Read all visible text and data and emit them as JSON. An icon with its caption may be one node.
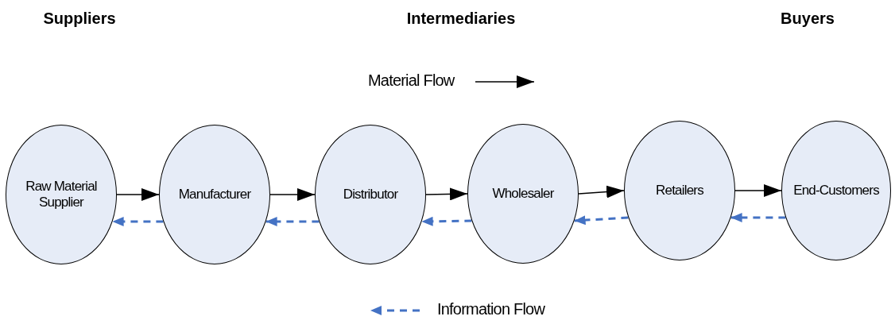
{
  "diagram": {
    "nodes": [
      {
        "text": [
          "Raw Material Supplier"
        ]
      },
      {
        "text": [
          "Manufacturer"
        ]
      },
      {
        "text": [
          "Distributor"
        ]
      },
      {
        "text": [
          "Wholesaler"
        ]
      },
      {
        "text": [
          "Retailers"
        ]
      },
      {
        "text": [
          "End-Customers"
        ]
      }
    ],
    "edges": [
      {
        "from": 0,
        "to": 1,
        "arrow": "to"
      },
      {
        "from": 1,
        "to": 2,
        "arrow": "to"
      },
      {
        "from": 2,
        "to": 3,
        "arrow": "to"
      },
      {
        "from": 3,
        "to": 4,
        "arrow": "to"
      },
      {
        "from": 4,
        "to": 5,
        "arrow": "to"
      },
      {
        "from": 1,
        "to": 0,
        "arrow": "to",
        "style": "dashed",
        "color": "#4472c4"
      },
      {
        "from": 2,
        "to": 1,
        "arrow": "to",
        "style": "dashed",
        "color": "#4472c4"
      },
      {
        "from": 3,
        "to": 2,
        "arrow": "to",
        "style": "dashed",
        "color": "#4472c4"
      },
      {
        "from": 4,
        "to": 3,
        "arrow": "to",
        "style": "dashed",
        "color": "#4472c4"
      },
      {
        "from": 5,
        "to": 4,
        "arrow": "to",
        "style": "dashed",
        "color": "#4472c4"
      }
    ],
    "labels": [
      "Suppliers",
      "Intermediaries",
      "Buyers"
    ],
    "legend": [
      {
        "text": "Material Flow"
      },
      {
        "text": "Information Flow"
      }
    ]
  }
}
